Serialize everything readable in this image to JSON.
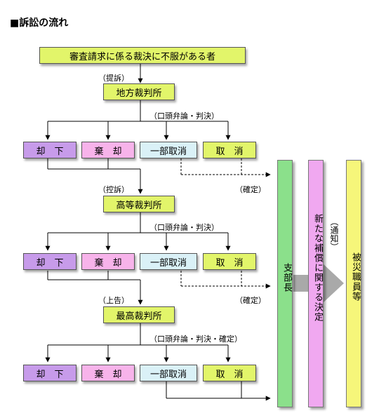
{
  "title": "■訴訟の流れ",
  "colors": {
    "yellow_green": "#e2f56a",
    "purple": "#c79bea",
    "pink": "#f7b3ea",
    "light_blue": "#daf1f7",
    "green": "#8be08b",
    "magenta_light": "#f0a8f0",
    "yellow": "#f6f67a",
    "arrow_gray": "#a9a9a9"
  },
  "top": {
    "label": "審査請求に係る裁決に不服がある者"
  },
  "sections": [
    {
      "court": "地方裁判所",
      "appeal_label": "（提訴）",
      "hearing_label": "（口頭弁論・判決）",
      "confirm_label": "（確定）",
      "outcomes": [
        "却　下",
        "棄　却",
        "一部取消",
        "取　消"
      ]
    },
    {
      "court": "高等裁判所",
      "appeal_label": "（控訴）",
      "hearing_label": "（口頭弁論・判決）",
      "confirm_label": "（確定）",
      "outcomes": [
        "却　下",
        "棄　却",
        "一部取消",
        "取　消"
      ]
    },
    {
      "court": "最高裁判所",
      "appeal_label": "（上告）",
      "hearing_label": "（口頭弁論・判決・確定）",
      "outcomes": [
        "却　下",
        "棄　却",
        "一部取消",
        "取　消"
      ]
    }
  ],
  "right": {
    "branch": "支部長",
    "decision": "新たな補償に関する決定",
    "notice": "（通知）",
    "target": "被災職員等"
  }
}
